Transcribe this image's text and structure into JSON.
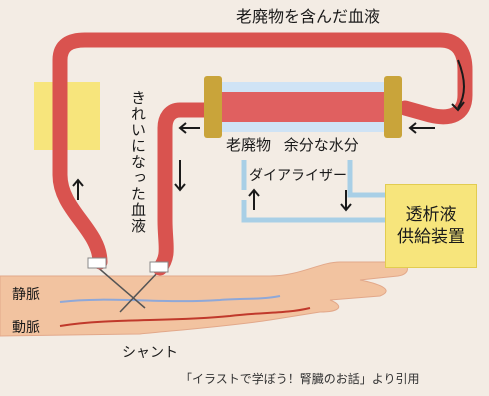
{
  "labels": {
    "dirty_blood": "老廃物を含んだ血液",
    "clean_blood": "きれいになった血液",
    "waste": "老廃物",
    "excess_water": "余分な水分",
    "dialyzer": "ダイアライザー",
    "vein": "静脈",
    "artery": "動脈",
    "shunt": "シャント",
    "citation": "「イラストで学ぼう！腎臓のお話」より引用"
  },
  "device": {
    "line1": "透析液",
    "line2": "供給装置"
  },
  "colors": {
    "background": "#f3ece4",
    "blood_tube": "#d9534f",
    "device_box": "#f7e57c",
    "dialysate_tube": "#a8cfe6",
    "dialyzer_cap": "#c9a43a",
    "vein_line": "#8fa8d8",
    "artery_line": "#c0392b",
    "arm": "#f2c3a0"
  }
}
